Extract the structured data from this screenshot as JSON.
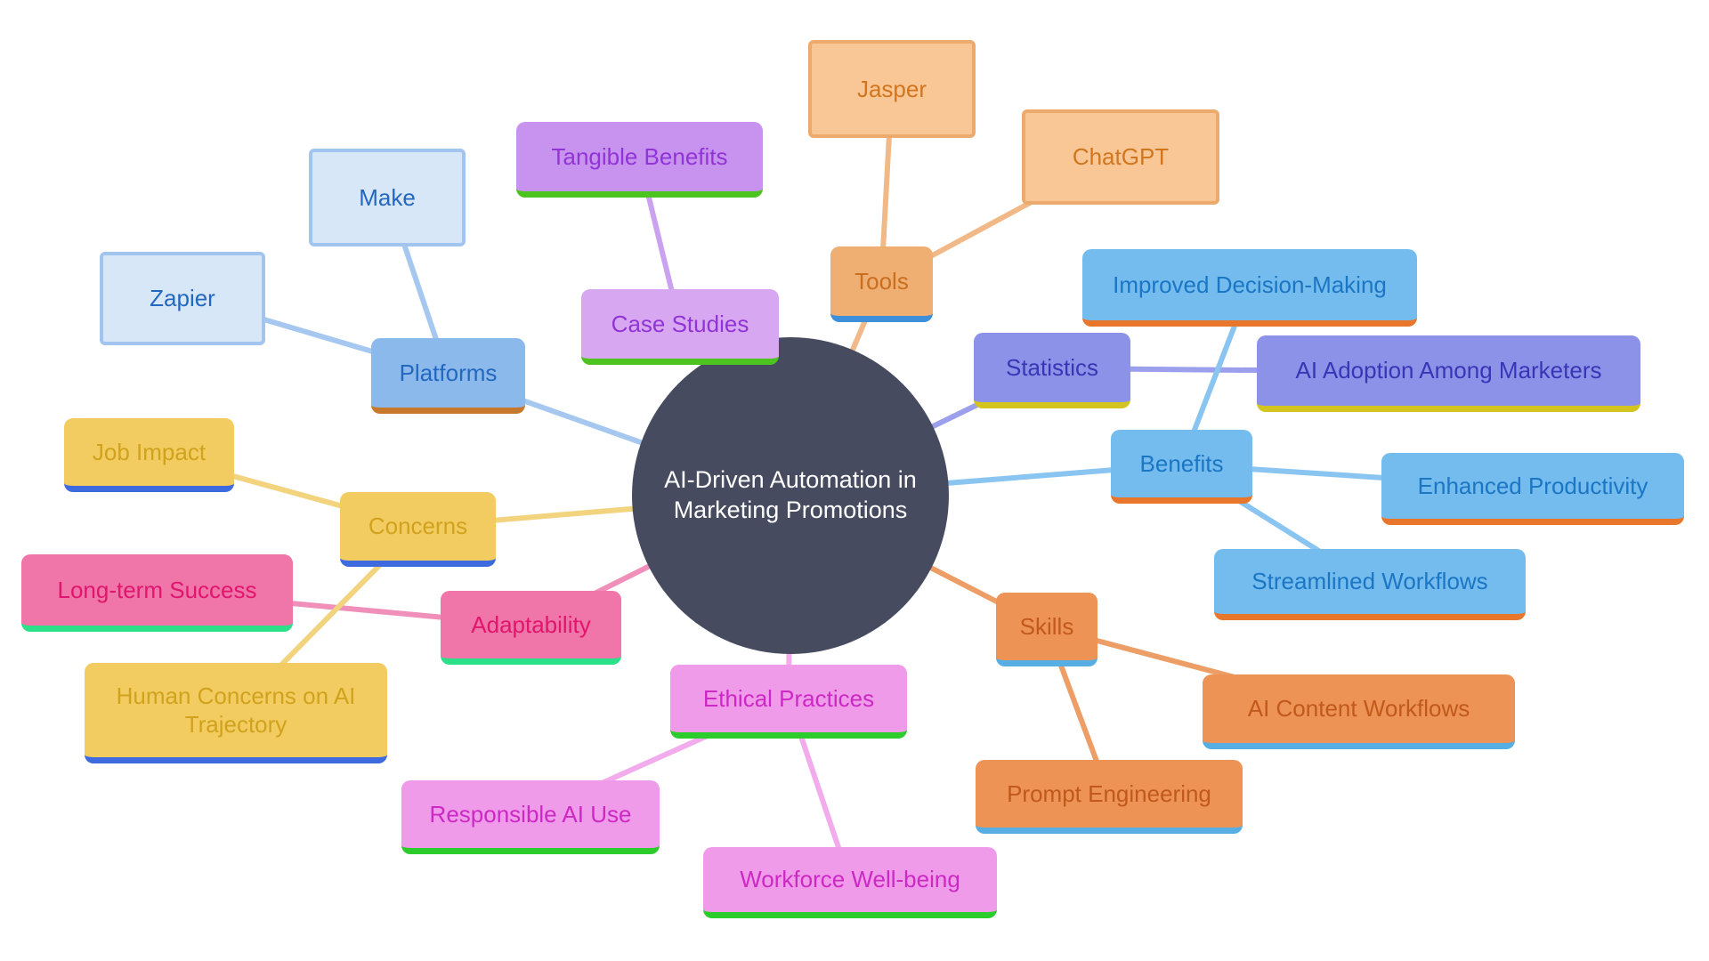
{
  "center": {
    "line1": "AI-Driven Automation in",
    "line2": "Marketing Promotions"
  },
  "nodes": {
    "tools": {
      "label": "Tools"
    },
    "jasper": {
      "label": "Jasper"
    },
    "chatgpt": {
      "label": "ChatGPT"
    },
    "platforms": {
      "label": "Platforms"
    },
    "make": {
      "label": "Make"
    },
    "zapier": {
      "label": "Zapier"
    },
    "case_studies": {
      "label": "Case Studies"
    },
    "tangible_benefits": {
      "label": "Tangible Benefits"
    },
    "statistics": {
      "label": "Statistics"
    },
    "ai_adoption": {
      "label": "AI Adoption Among Marketers"
    },
    "benefits": {
      "label": "Benefits"
    },
    "improved_decision_making": {
      "label": "Improved Decision-Making"
    },
    "enhanced_productivity": {
      "label": "Enhanced Productivity"
    },
    "streamlined_workflows": {
      "label": "Streamlined Workflows"
    },
    "skills": {
      "label": "Skills"
    },
    "ai_content_workflows": {
      "label": "AI Content Workflows"
    },
    "prompt_engineering": {
      "label": "Prompt Engineering"
    },
    "ethical_practices": {
      "label": "Ethical Practices"
    },
    "responsible_ai_use": {
      "label": "Responsible AI Use"
    },
    "workforce_wellbeing": {
      "label": "Workforce Well-being"
    },
    "adaptability": {
      "label": "Adaptability"
    },
    "long_term_success": {
      "label": "Long-term Success"
    },
    "concerns": {
      "label": "Concerns"
    },
    "job_impact": {
      "label": "Job Impact"
    },
    "human_concerns": {
      "label": "Human Concerns on AI Trajectory"
    }
  },
  "palette": {
    "center_bg": "#474B5F",
    "center_text": "#FFFFFF",
    "tools": {
      "bg": "#EFAE72",
      "leaf_bg": "#F8C795",
      "text": "#C96F1F",
      "underline": "#3D8FD9"
    },
    "platforms": {
      "bg": "#8CB9EB",
      "leaf_bg": "#D8E7F8",
      "text": "#2368BF",
      "underline": "#C8782A"
    },
    "case_studies": {
      "bg": "#D7A8F1",
      "text": "#9233D6",
      "underline": "#4CC31E"
    },
    "statistics": {
      "bg": "#8D92E9",
      "text": "#3A35B5",
      "underline": "#D3C420"
    },
    "benefits": {
      "bg": "#74BBEE",
      "text": "#1B76C4",
      "underline": "#E8772C"
    },
    "skills": {
      "bg": "#EC9355",
      "text": "#C2591C",
      "underline": "#56AEE2"
    },
    "ethical": {
      "bg": "#F09BEA",
      "text": "#CC29C4",
      "underline": "#2BCC2B"
    },
    "adaptability": {
      "bg": "#F075A8",
      "text": "#E0166E",
      "underline": "#2BE089"
    },
    "concerns": {
      "bg": "#F2CC60",
      "text": "#D0A21D",
      "underline": "#3E6AE0"
    }
  }
}
